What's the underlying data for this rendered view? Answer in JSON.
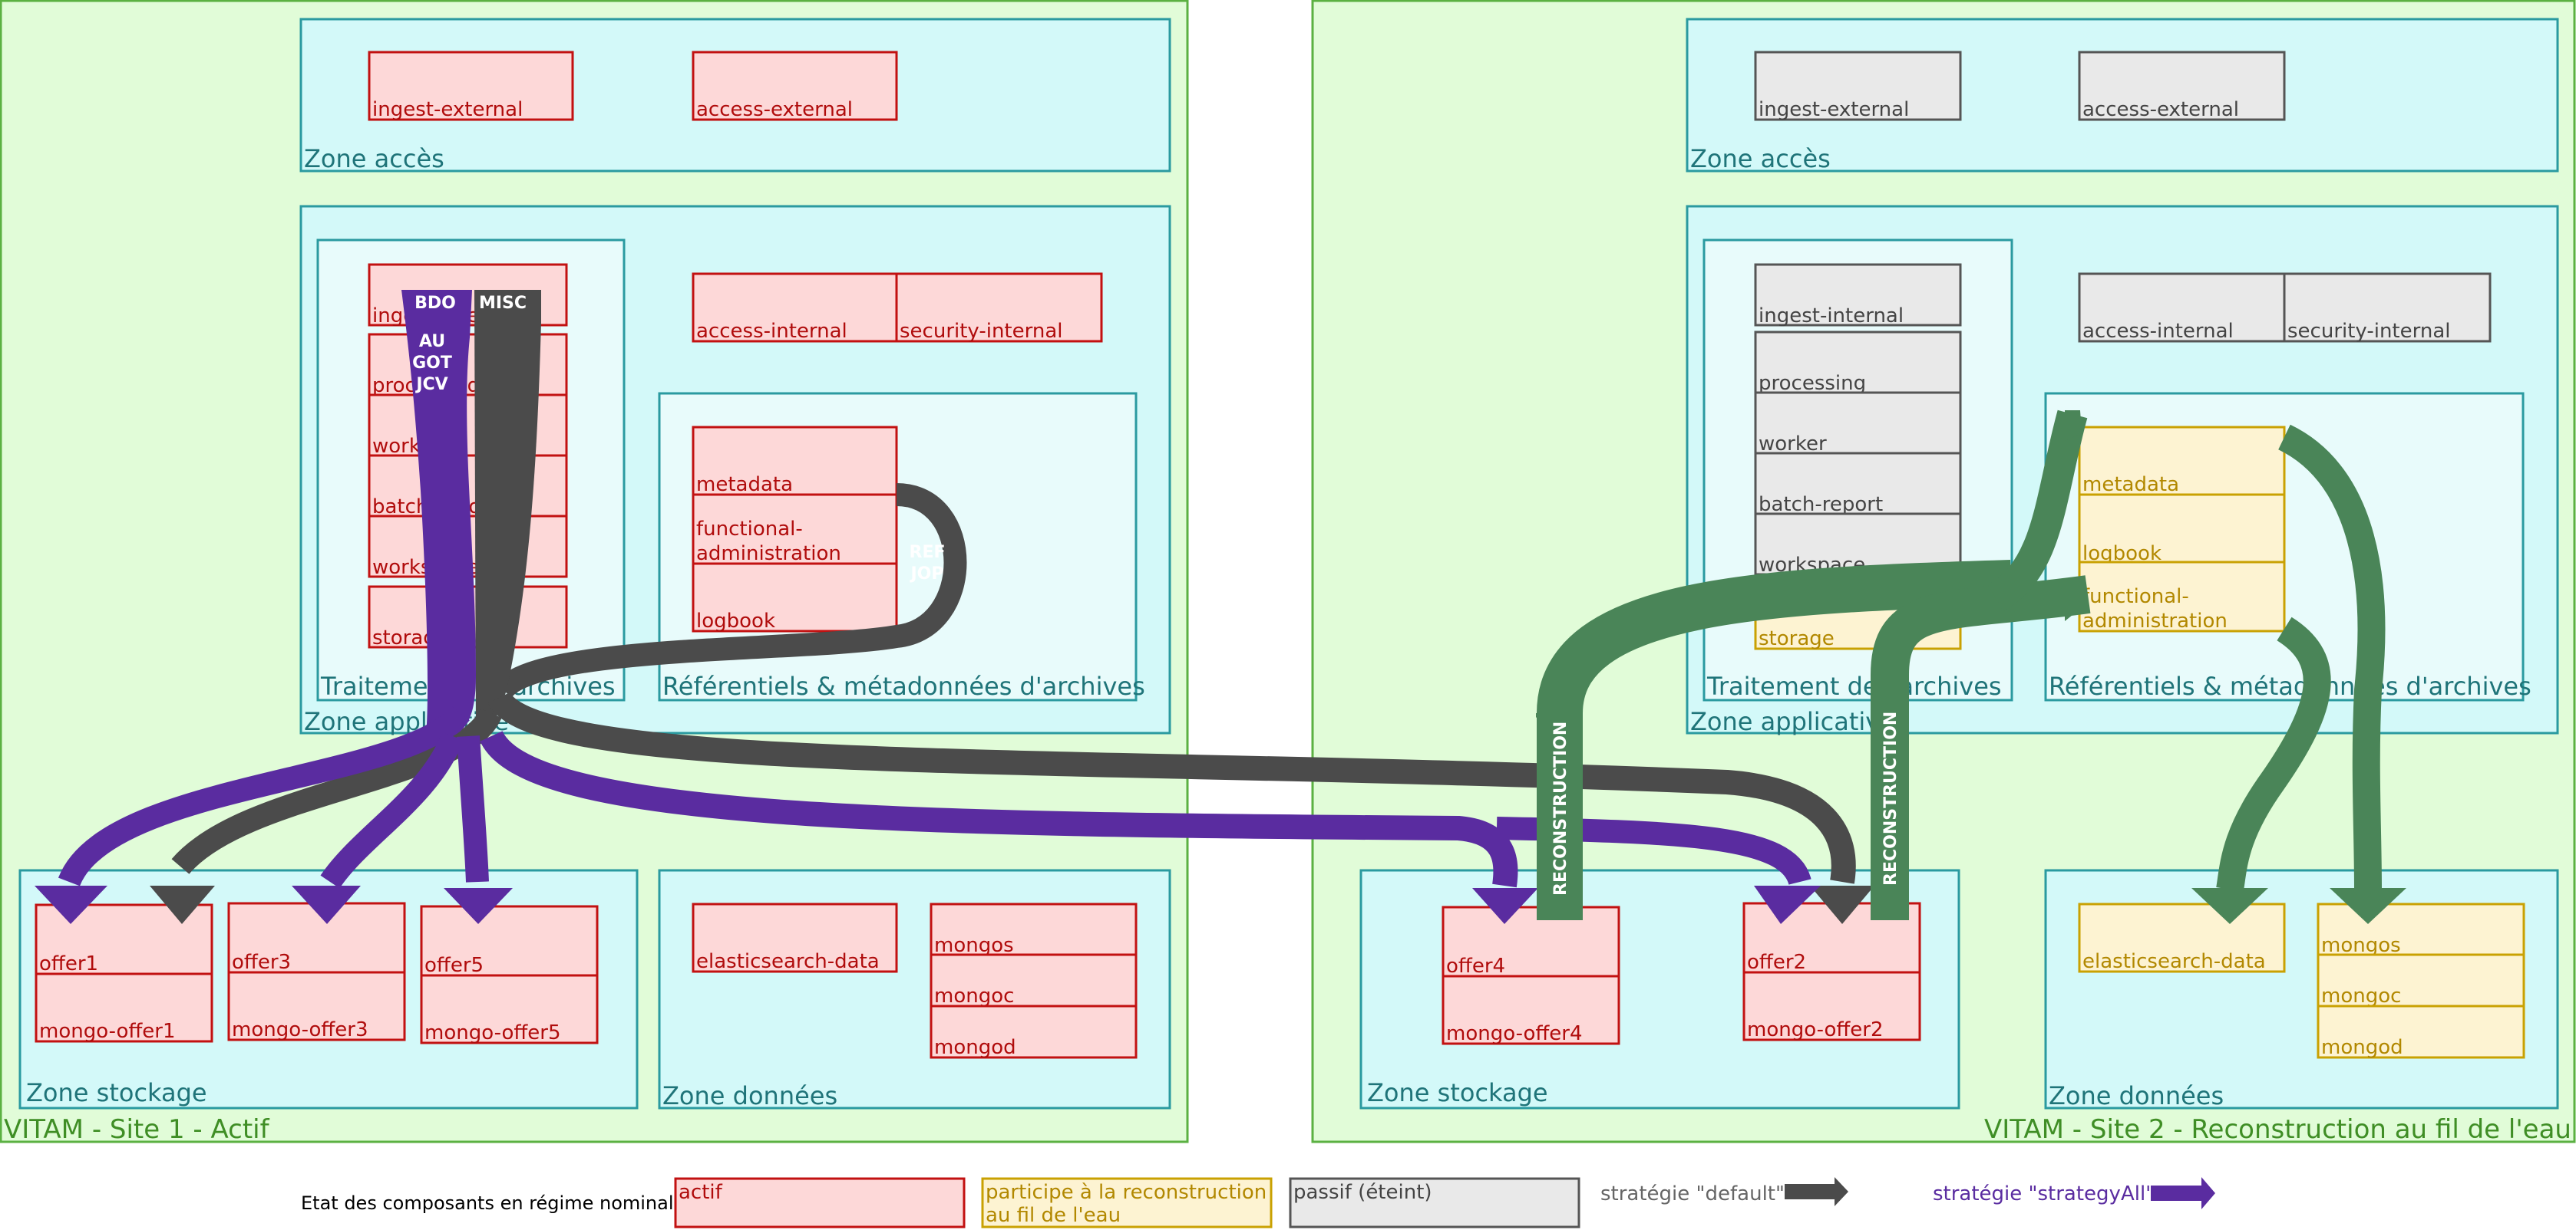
{
  "site1": {
    "title": "VITAM - Site 1 - Actif",
    "zone_acces": "Zone accès",
    "zone_applicative": "Zone applicative",
    "traitement": "Traitement des archives",
    "referentiels": "Référentiels & métadonnées d'archives",
    "zone_stockage": "Zone stockage",
    "zone_donnees": "Zone données",
    "components": {
      "ingest_external": "ingest-external",
      "access_external": "access-external",
      "ingest_internal": "ingest-internal",
      "processing": "processing",
      "worker": "worker",
      "batch_report": "batch-report",
      "workspace": "workspace",
      "storage": "storage",
      "access_internal": "access-internal",
      "security_internal": "security-internal",
      "metadata": "metadata",
      "functional_administration": "functional-administration",
      "functional_line1": "functional-",
      "functional_line2": "administration",
      "logbook": "logbook",
      "offer1": "offer1",
      "mongo_offer1": "mongo-offer1",
      "offer3": "offer3",
      "mongo_offer3": "mongo-offer3",
      "offer5": "offer5",
      "mongo_offer5": "mongo-offer5",
      "elasticsearch_data": "elasticsearch-data",
      "mongos": "mongos",
      "mongoc": "mongoc",
      "mongod": "mongod"
    },
    "flow_labels": {
      "bdo": "BDO",
      "misc": "MISC",
      "au": "AU",
      "got": "GOT",
      "jcv": "JCV",
      "ref": "REF",
      "jop": "JOP"
    }
  },
  "site2": {
    "title": "VITAM - Site 2 - Reconstruction au fil de l'eau",
    "zone_acces": "Zone accès",
    "zone_applicative": "Zone applicative",
    "traitement": "Traitement des archives",
    "referentiels": "Référentiels & métadonnées d'archives",
    "zone_stockage": "Zone stockage",
    "zone_donnees": "Zone données",
    "components": {
      "ingest_external": "ingest-external",
      "access_external": "access-external",
      "ingest_internal": "ingest-internal",
      "processing": "processing",
      "worker": "worker",
      "batch_report": "batch-report",
      "workspace": "workspace",
      "storage": "storage",
      "access_internal": "access-internal",
      "security_internal": "security-internal",
      "metadata": "metadata",
      "logbook": "logbook",
      "functional_line1": "functional-",
      "functional_line2": "administration",
      "offer4": "offer4",
      "mongo_offer4": "mongo-offer4",
      "offer2": "offer2",
      "mongo_offer2": "mongo-offer2",
      "elasticsearch_data": "elasticsearch-data",
      "mongos": "mongos",
      "mongoc": "mongoc",
      "mongod": "mongod"
    },
    "reconstruction_label": "RECONSTRUCTION"
  },
  "legend": {
    "title": "Etat des composants en régime nominal :",
    "actif": "actif",
    "reconstruction_line1": "participe à la reconstruction",
    "reconstruction_line2": "au fil de l'eau",
    "passif": "passif (éteint)",
    "default": "stratégie \"default\"",
    "strategy_all": "stratégie \"strategyAll\""
  },
  "colors": {
    "actif": "#fdd8d8",
    "reconstruction": "#fdf3d2",
    "passif": "#e9e9e9",
    "default_flow": "#4b4b4b",
    "strategy_all_flow": "#5a2ca0",
    "reconstruction_flow": "#4a8558"
  }
}
